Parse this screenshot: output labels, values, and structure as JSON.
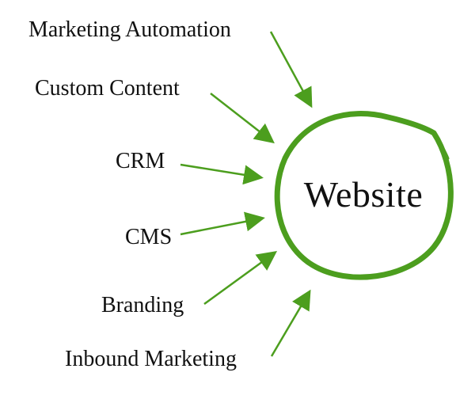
{
  "center": {
    "label": "Website"
  },
  "nodes": [
    {
      "id": "marketing-automation",
      "label": "Marketing Automation"
    },
    {
      "id": "custom-content",
      "label": "Custom Content"
    },
    {
      "id": "crm",
      "label": "CRM"
    },
    {
      "id": "cms",
      "label": "CMS"
    },
    {
      "id": "branding",
      "label": "Branding"
    },
    {
      "id": "inbound-marketing",
      "label": "Inbound Marketing"
    }
  ],
  "colors": {
    "accent": "#4c9e1e",
    "text": "#111111",
    "background": "#ffffff"
  }
}
